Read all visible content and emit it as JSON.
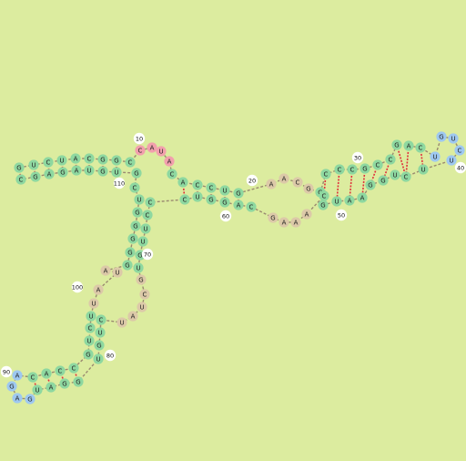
{
  "diagram": {
    "type": "rna-secondary-structure",
    "background_color": "#dcec9f",
    "colors": {
      "paired": "#8ed8a0",
      "unpaired": "#dcc9a8",
      "highlight": "#f2a0ad",
      "tetraloop": "#9ec8f0",
      "backbone": "#9a8a70",
      "bond": "#e0303c",
      "text": "#222222"
    },
    "residue_numbers": [
      "10",
      "20",
      "30",
      "40",
      "50",
      "60",
      "70",
      "80",
      "90",
      "100",
      "110"
    ],
    "bases": {
      "stem_a_top": [
        "G",
        "U",
        "C",
        "U",
        "A",
        "C",
        "G",
        "G",
        "C"
      ],
      "stem_a_bottom": [
        "C",
        "G",
        "A",
        "G",
        "A",
        "U",
        "G",
        "U",
        "C",
        "G"
      ],
      "loop_10": [
        "C",
        "A",
        "U",
        "A"
      ],
      "stem_b_top": [
        "C",
        "A",
        "C",
        "C",
        "U",
        "G"
      ],
      "stem_b_bottom": [
        "C",
        "U",
        "G",
        "G",
        "A",
        "C"
      ],
      "loop_20": [
        "A",
        "A",
        "C",
        "G",
        "A",
        "A",
        "A",
        "G"
      ],
      "stem_c_top": [
        "G",
        "C",
        "C",
        "C",
        "G"
      ],
      "stem_c_bottom": [
        "C",
        "G",
        "U",
        "A",
        "A"
      ],
      "stem_d_top": [
        "C",
        "C",
        "G",
        "A",
        "C"
      ],
      "stem_d_bottom": [
        "G",
        "G",
        "U",
        "C",
        "U"
      ],
      "hairpin_40": [
        "U",
        "G",
        "U",
        "C",
        "U"
      ],
      "stem_e_left": [
        "U",
        "G",
        "G",
        "G",
        "G",
        "G"
      ],
      "stem_e_right": [
        "C",
        "C",
        "U",
        "U",
        "G",
        "U"
      ],
      "loop_70": [
        "A",
        "U",
        "A",
        "U",
        "G",
        "C",
        "U",
        "A",
        "U"
      ],
      "stem_f_left": [
        "U",
        "C",
        "U",
        "G"
      ],
      "stem_f_right": [
        "C",
        "U",
        "G",
        "U"
      ],
      "stem_g_left": [
        "C",
        "C",
        "A",
        "C"
      ],
      "stem_g_right": [
        "G",
        "G",
        "A",
        "U"
      ],
      "hairpin_90": [
        "A",
        "G",
        "A",
        "G"
      ]
    }
  }
}
